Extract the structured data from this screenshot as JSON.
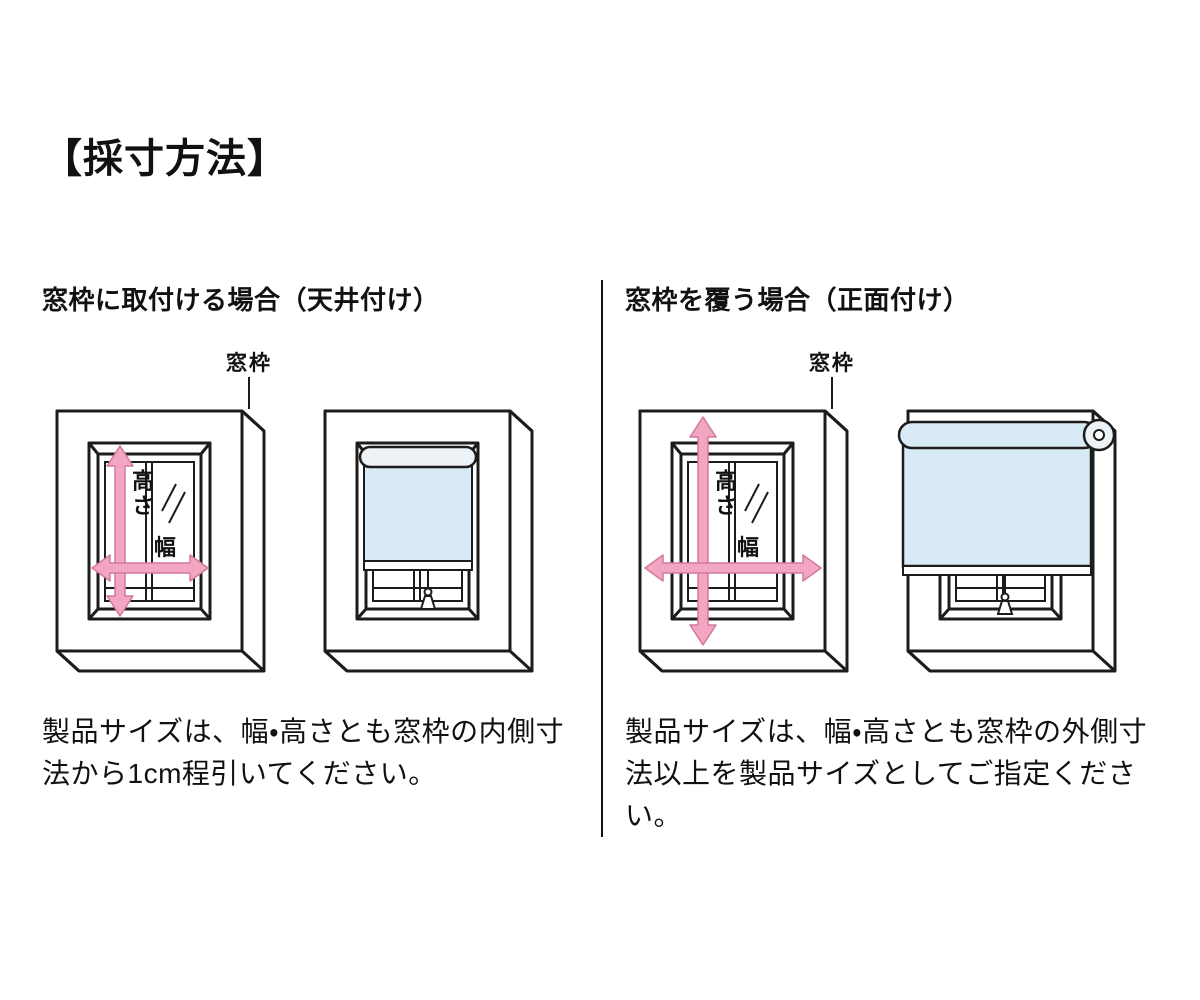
{
  "page": {
    "title": "【採寸方法】"
  },
  "panels": [
    {
      "heading": "窓枠に取付ける場合（天井付け）",
      "frame_label": "窓枠",
      "height_label": "高さ",
      "width_label": "幅",
      "description": "製品サイズは、幅・高さとも窓枠の内側寸法から1cm程引いてください。"
    },
    {
      "heading": "窓枠を覆う場合（正面付け）",
      "frame_label": "窓枠",
      "height_label": "高さ",
      "width_label": "幅",
      "description": "製品サイズは、幅・高さとも窓枠の外側寸法以上を製品サイズとしてご指定ください。"
    }
  ],
  "colors": {
    "arrow_pink": "#F2A6C2",
    "arrow_pink_edge": "#D2799E",
    "blind_blue": "#D8EAF6",
    "line_black": "#1C1C1C"
  }
}
